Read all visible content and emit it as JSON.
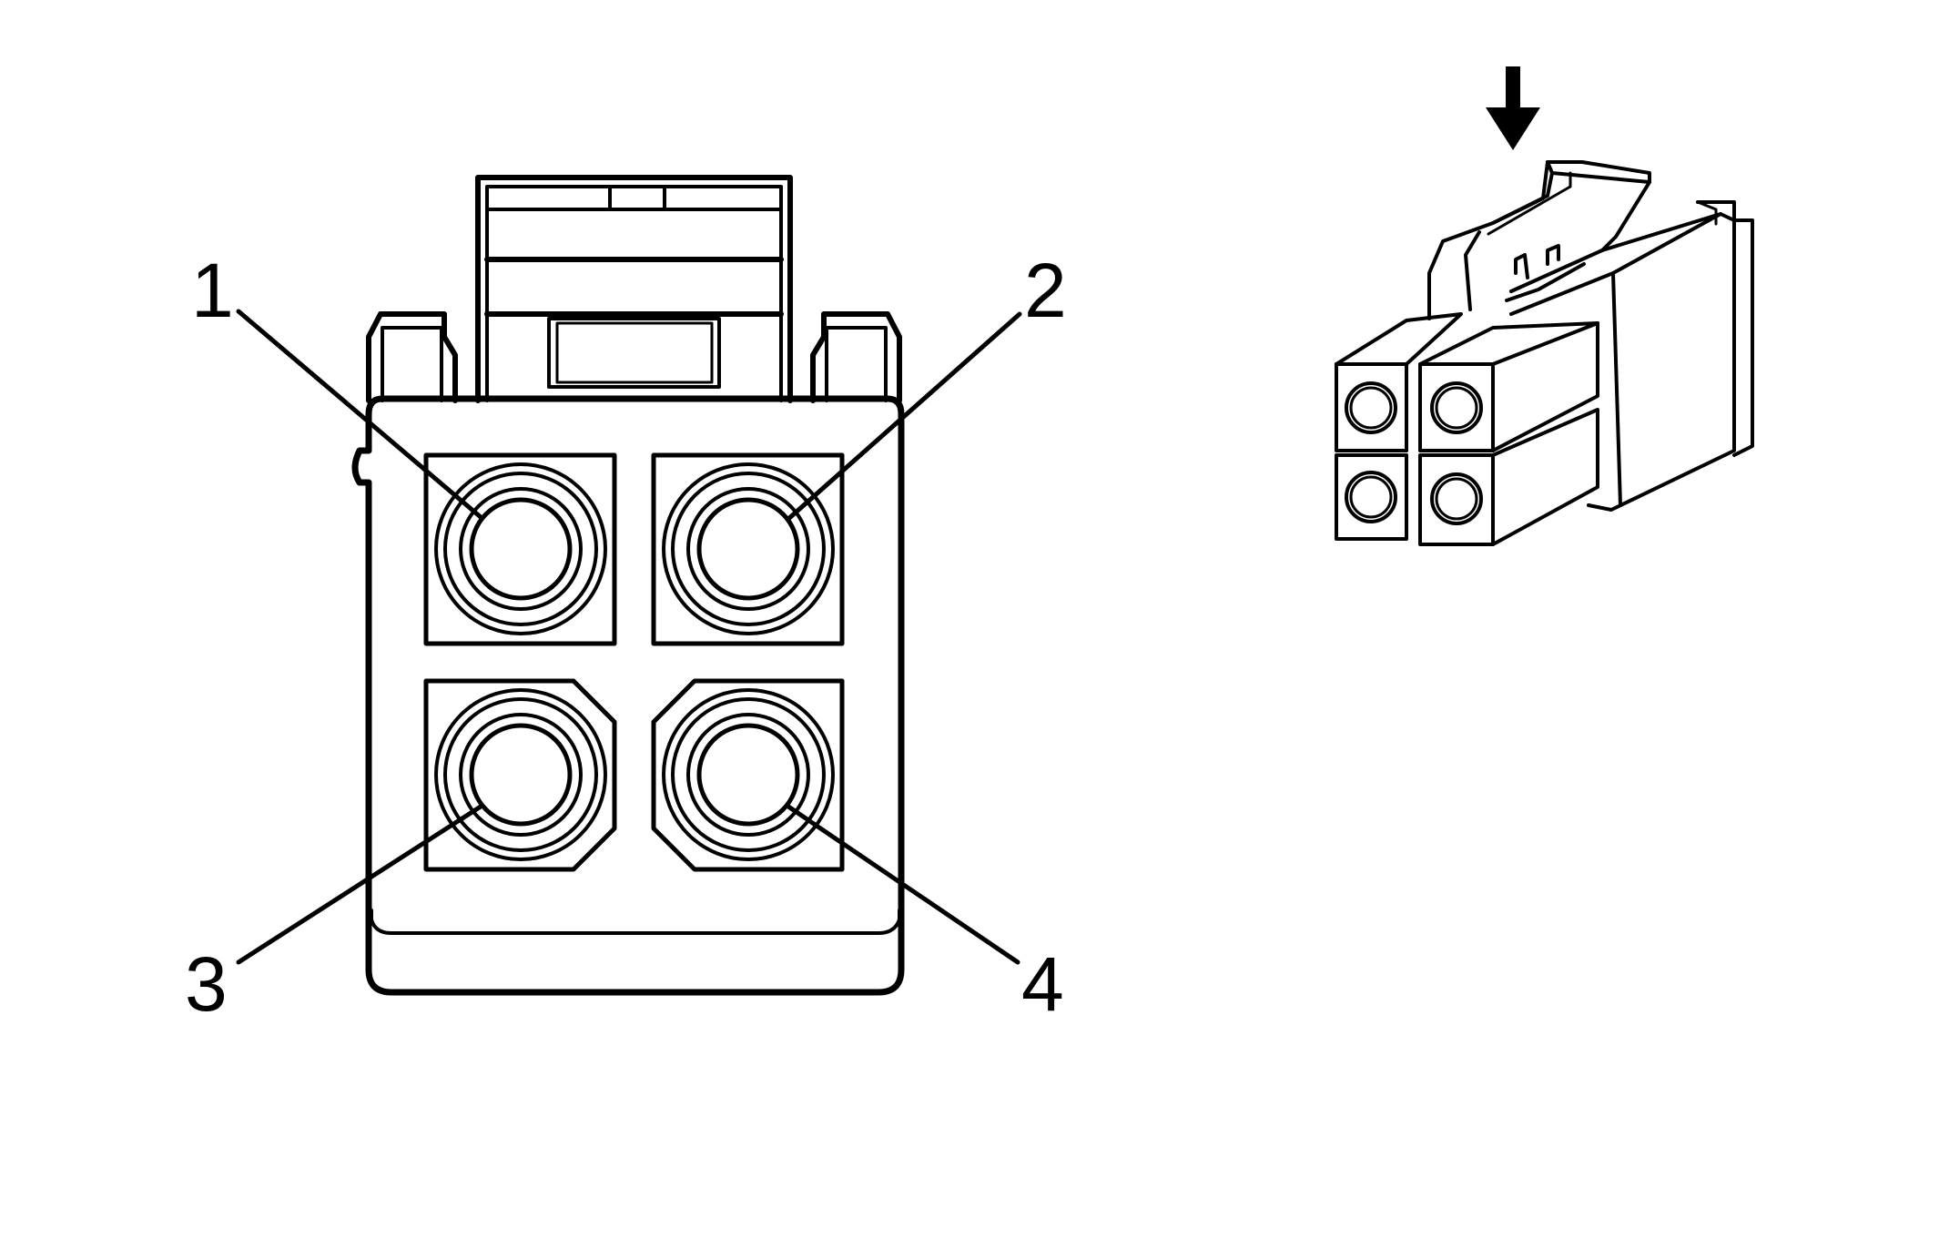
{
  "diagram": {
    "pin_labels": [
      "1",
      "2",
      "3",
      "4"
    ],
    "line_color": "#000000",
    "background_color": "#ffffff",
    "insertion_arrow_icon": "down-arrow-icon"
  }
}
